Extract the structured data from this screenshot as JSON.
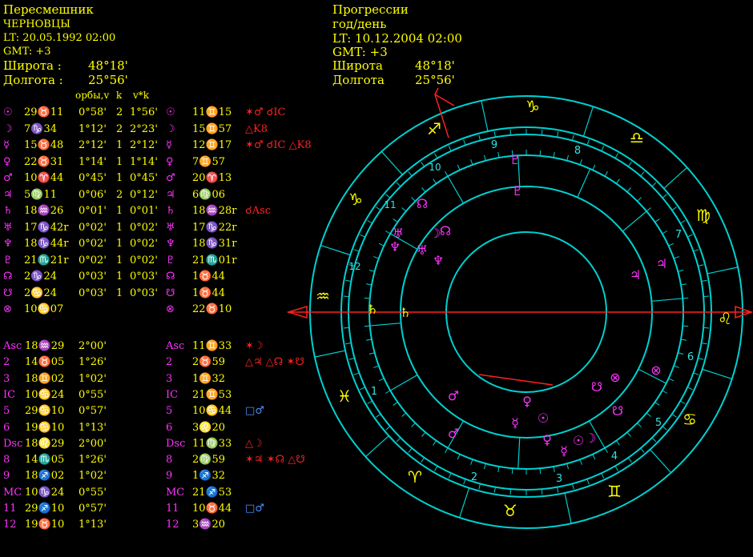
{
  "natal": {
    "name": "Пересмешник",
    "city": "ЧЕРНОВЦЫ",
    "lt": "LT: 20.05.1992  02:00",
    "gmt": "GMT: +3",
    "lat_label": "Широта :",
    "lat_value": "48°18'",
    "lon_label": "Долгота :",
    "lon_value": "25°56'"
  },
  "prog": {
    "title": "Прогрессии",
    "rate": "год/день",
    "lt": "LT: 10.12.2004  02:00",
    "gmt": "GMT: +3",
    "lat_label": "Широта",
    "lat_value": "48°18'",
    "lon_label": "Долгота",
    "lon_value": "25°56'"
  },
  "table_headers": {
    "orbs": "орбы,v",
    "k": "k",
    "vk": "v*k"
  },
  "natal_planets": [
    {
      "glyph": "☉",
      "pos": "29♉11",
      "orb": "0°58'",
      "k": "2",
      "vk": "1°56'"
    },
    {
      "glyph": "☽",
      "pos": "7♑34",
      "orb": "1°12'",
      "k": "2",
      "vk": "2°23'"
    },
    {
      "glyph": "☿",
      "pos": "15♉48",
      "orb": "2°12'",
      "k": "1",
      "vk": "2°12'"
    },
    {
      "glyph": "♀",
      "pos": "22♉31",
      "orb": "1°14'",
      "k": "1",
      "vk": "1°14'"
    },
    {
      "glyph": "♂",
      "pos": "10♈44",
      "orb": "0°45'",
      "k": "1",
      "vk": "0°45'"
    },
    {
      "glyph": "♃",
      "pos": "5♍11",
      "orb": "0°06'",
      "k": "2",
      "vk": "0°12'"
    },
    {
      "glyph": "♄",
      "pos": "18♒26",
      "orb": "0°01'",
      "k": "1",
      "vk": "0°01'"
    },
    {
      "glyph": "♅",
      "pos": "17♑42r",
      "orb": "0°02'",
      "k": "1",
      "vk": "0°02'"
    },
    {
      "glyph": "♆",
      "pos": "18♑44r",
      "orb": "0°02'",
      "k": "1",
      "vk": "0°02'"
    },
    {
      "glyph": "♇",
      "pos": "21♏21r",
      "orb": "0°02'",
      "k": "1",
      "vk": "0°02'"
    },
    {
      "glyph": "☊",
      "pos": "2♑24",
      "orb": "0°03'",
      "k": "1",
      "vk": "0°03'"
    },
    {
      "glyph": "☋",
      "pos": "2♋24",
      "orb": "0°03'",
      "k": "1",
      "vk": "0°03'"
    },
    {
      "glyph": "⊗",
      "pos": "10♋07",
      "orb": "",
      "k": "",
      "vk": ""
    }
  ],
  "prog_planets": [
    {
      "glyph": "☉",
      "pos": "11♊15",
      "asp": "✶♂ ☌IC"
    },
    {
      "glyph": "☽",
      "pos": "15♊57",
      "asp": "△K8"
    },
    {
      "glyph": "☿",
      "pos": "12♊17",
      "asp": "✶♂ ☌IC  △K8"
    },
    {
      "glyph": "♀",
      "pos": "7♊57",
      "asp": ""
    },
    {
      "glyph": "♂",
      "pos": "20♈13",
      "asp": ""
    },
    {
      "glyph": "♃",
      "pos": "6♍06",
      "asp": ""
    },
    {
      "glyph": "♄",
      "pos": "18♒28r",
      "asp": "☌Asc"
    },
    {
      "glyph": "♅",
      "pos": "17♑22r",
      "asp": ""
    },
    {
      "glyph": "♆",
      "pos": "18♑31r",
      "asp": ""
    },
    {
      "glyph": "♇",
      "pos": "21♏01r",
      "asp": ""
    },
    {
      "glyph": "☊",
      "pos": "1♉44",
      "asp": ""
    },
    {
      "glyph": "☋",
      "pos": "1♉44",
      "asp": ""
    },
    {
      "glyph": "⊗",
      "pos": "22♉10",
      "asp": ""
    }
  ],
  "natal_houses": [
    {
      "label": "Asc",
      "pos": "18♒29",
      "orb": "2°00'"
    },
    {
      "label": "2",
      "pos": "14♉05",
      "orb": "1°26'"
    },
    {
      "label": "3",
      "pos": "18♊02",
      "orb": "1°02'"
    },
    {
      "label": "IC",
      "pos": "10♋24",
      "orb": "0°55'"
    },
    {
      "label": "5",
      "pos": "29♋10",
      "orb": "0°57'"
    },
    {
      "label": "6",
      "pos": "19♋10",
      "orb": "1°13'"
    },
    {
      "label": "Dsc",
      "pos": "18♌29",
      "orb": "2°00'"
    },
    {
      "label": "8",
      "pos": "14♏05",
      "orb": "1°26'"
    },
    {
      "label": "9",
      "pos": "18♐02",
      "orb": "1°02'"
    },
    {
      "label": "MC",
      "pos": "10♑24",
      "orb": "0°55'"
    },
    {
      "label": "11",
      "pos": "29♐10",
      "orb": "0°57'"
    },
    {
      "label": "12",
      "pos": "19♉10",
      "orb": "1°13'"
    }
  ],
  "prog_houses": [
    {
      "label": "Asc",
      "pos": "11♊33",
      "asp": "✶☽"
    },
    {
      "label": "2",
      "pos": "2♉59",
      "asp": "△♃ △☊ ✶☋"
    },
    {
      "label": "3",
      "pos": "1♊32",
      "asp": ""
    },
    {
      "label": "IC",
      "pos": "21♊53",
      "asp": ""
    },
    {
      "label": "5",
      "pos": "10♋44",
      "asp": "□♂"
    },
    {
      "label": "6",
      "pos": "3♌20",
      "asp": ""
    },
    {
      "label": "Dsc",
      "pos": "11♍33",
      "asp": "△☽"
    },
    {
      "label": "8",
      "pos": "2♍59",
      "asp": "✶♃ ✶☊ △☋"
    },
    {
      "label": "9",
      "pos": "1♐32",
      "asp": ""
    },
    {
      "label": "MC",
      "pos": "21♐53",
      "asp": ""
    },
    {
      "label": "11",
      "pos": "10♉44",
      "asp": "□♂"
    },
    {
      "label": "12",
      "pos": "3♒20",
      "asp": ""
    }
  ],
  "wheel": {
    "zodiac_glyphs": [
      "♑",
      "♐",
      "♏",
      "♎",
      "♍",
      "♌",
      "♋",
      "♊",
      "♉",
      "♈",
      "♓",
      "♒"
    ],
    "house_numbers": [
      "9",
      "8",
      "10",
      "11",
      "7",
      "12",
      "6",
      "1",
      "5",
      "4",
      "2",
      "3"
    ],
    "colors": {
      "ring": "#00d0d0",
      "axis": "#ff2020",
      "planet_prog": "#ff33ff",
      "sign": "#ffff00",
      "house_num": "#33e0e0"
    }
  }
}
